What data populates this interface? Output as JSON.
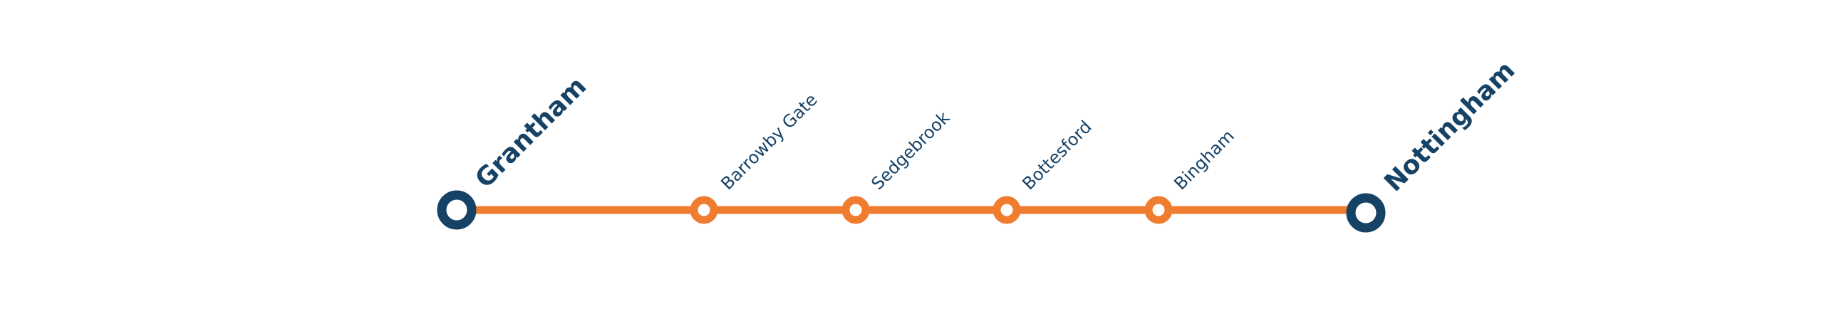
{
  "colors": {
    "line": "#f07c30",
    "terminus": "#164266",
    "stop_fill": "#ffffff",
    "label": "#164266"
  },
  "route": {
    "stations": [
      {
        "name": "Grantham",
        "type": "terminus"
      },
      {
        "name": "Barrowby Gate",
        "type": "stop"
      },
      {
        "name": "Sedgebrook",
        "type": "stop"
      },
      {
        "name": "Bottesford",
        "type": "stop"
      },
      {
        "name": "Bingham",
        "type": "stop"
      },
      {
        "name": "Nottingham",
        "type": "terminus"
      }
    ]
  }
}
